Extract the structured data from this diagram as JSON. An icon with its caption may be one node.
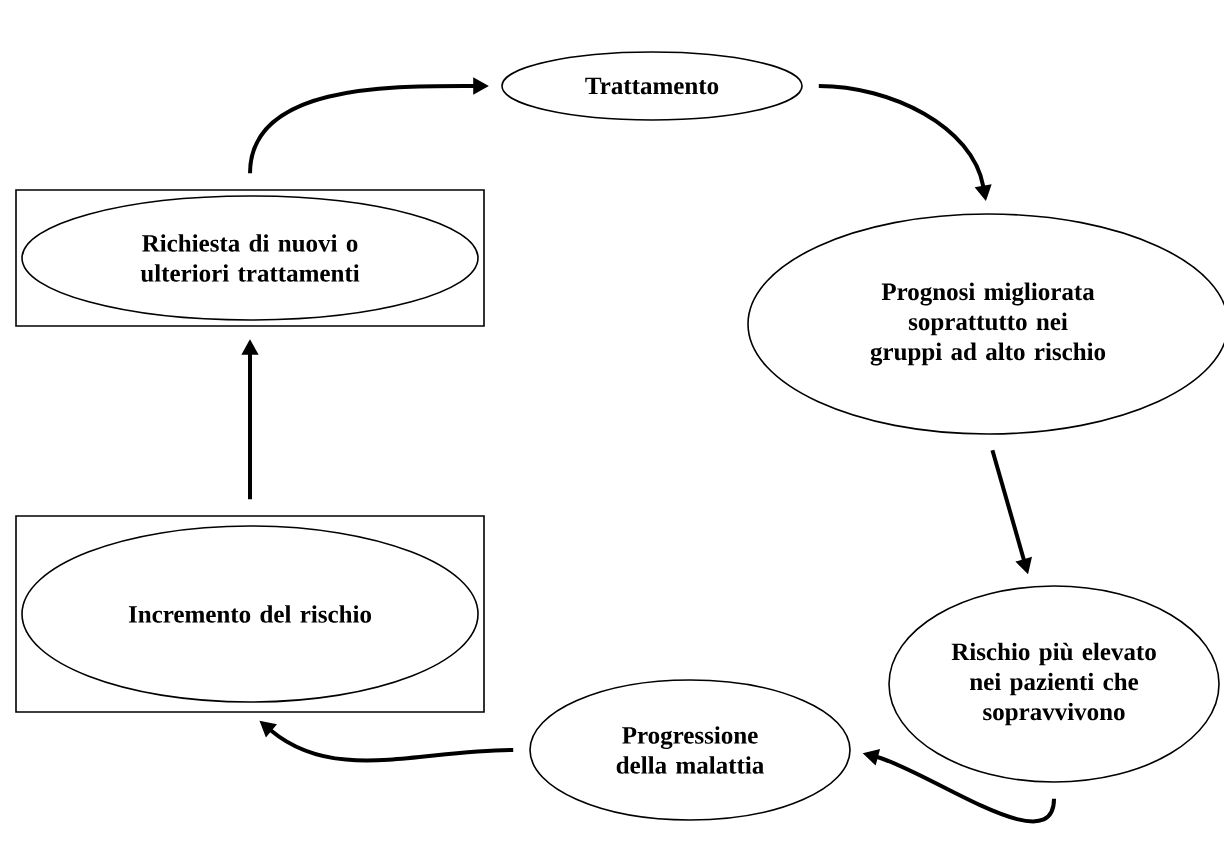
{
  "diagram": {
    "nodes": [
      {
        "text": [
          "Trattamento"
        ]
      },
      {
        "text": [
          "Prognosi migliorata soprattutto nei gruppi ad alto rischio"
        ]
      },
      {
        "text": [
          "Rischio più elevato nei pazienti che sopravvivono"
        ]
      },
      {
        "text": [
          "Progressione della malattia"
        ]
      },
      {
        "text": [],
        "shape": "box"
      },
      {
        "text": [
          "Incremento del rischio"
        ],
        "in": 4
      },
      {
        "text": [],
        "shape": "box"
      },
      {
        "text": [
          "Richiesta di nuovi o ulteriori trattamenti"
        ],
        "in": 6
      }
    ],
    "edges": [
      {
        "from": 0,
        "to": 1,
        "arrow": "to"
      },
      {
        "from": 1,
        "to": 2,
        "arrow": "to"
      },
      {
        "from": 2,
        "to": 3,
        "arrow": "to"
      },
      {
        "from": 3,
        "to": 4,
        "arrow": "to"
      },
      {
        "from": 4,
        "to": 6,
        "arrow": "to"
      },
      {
        "from": 6,
        "to": 0,
        "arrow": "to"
      }
    ]
  }
}
